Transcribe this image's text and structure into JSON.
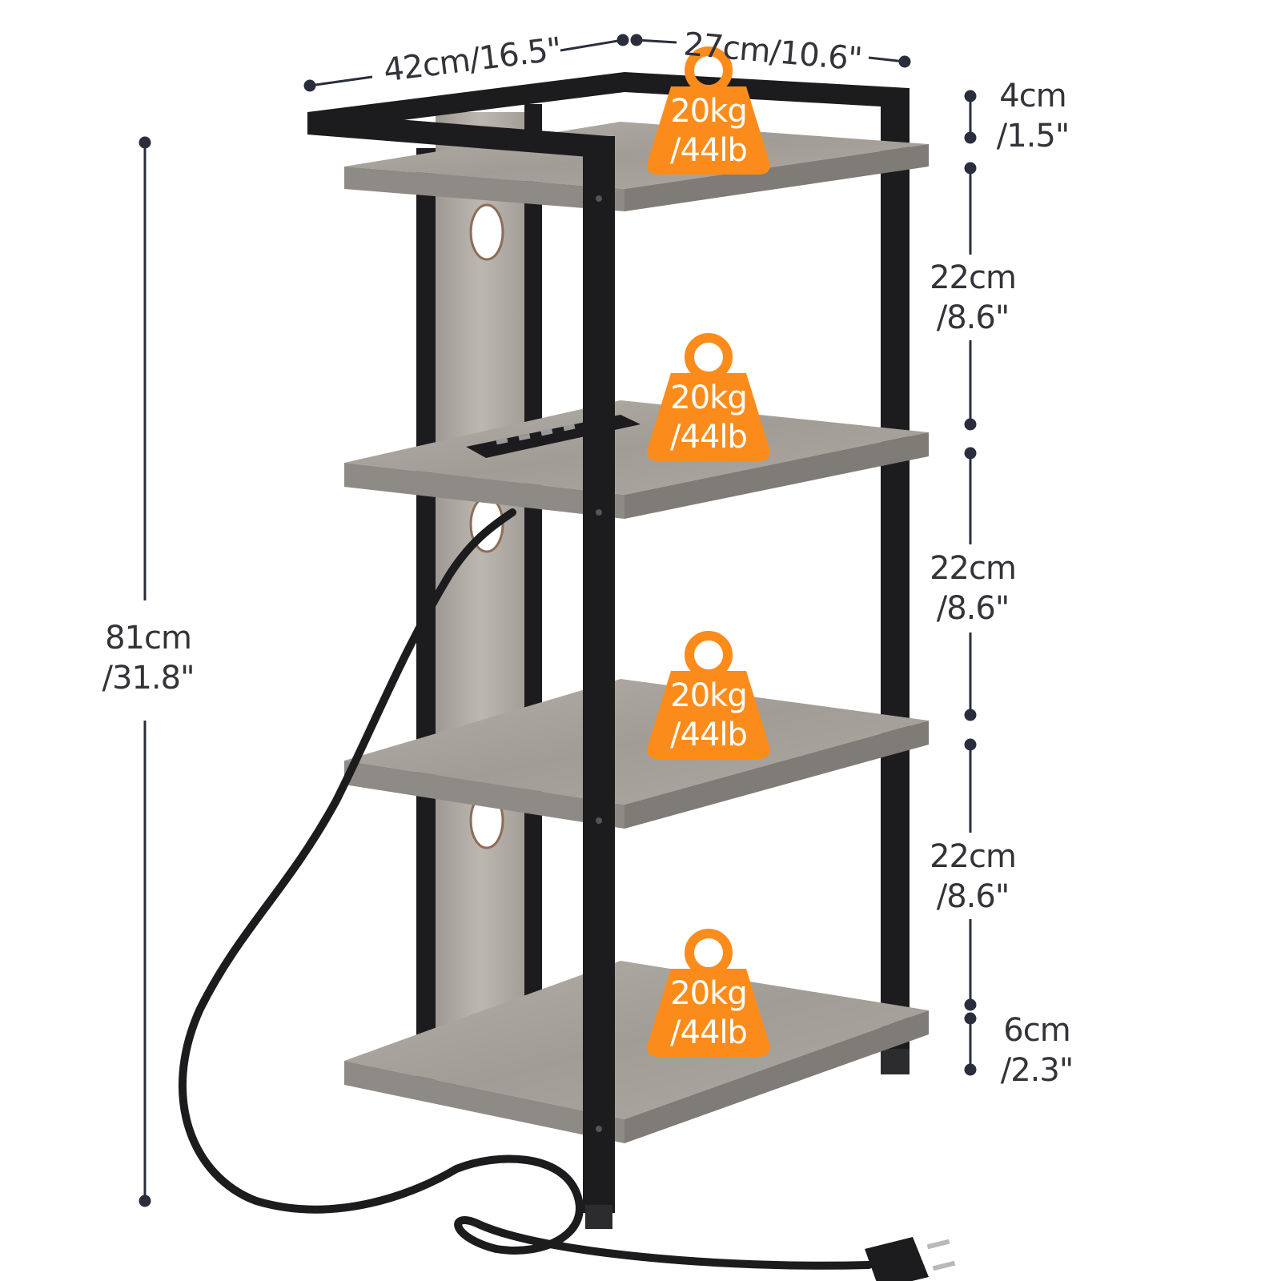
{
  "dimensions": {
    "width": "42cm/16.5\"",
    "depth": "27cm/10.6\"",
    "total_height": {
      "cm": "81cm",
      "in": "/31.8\""
    },
    "top_rail": {
      "cm": "4cm",
      "in": "/1.5\""
    },
    "gap_1": {
      "cm": "22cm",
      "in": "/8.6\""
    },
    "gap_2": {
      "cm": "22cm",
      "in": "/8.6\""
    },
    "gap_3": {
      "cm": "22cm",
      "in": "/8.6\""
    },
    "bottom_clearance": {
      "cm": "6cm",
      "in": "/2.3\""
    }
  },
  "shelf_loads": [
    {
      "kg": "20kg",
      "lb": "/44lb"
    },
    {
      "kg": "20kg",
      "lb": "/44lb"
    },
    {
      "kg": "20kg",
      "lb": "/44lb"
    },
    {
      "kg": "20kg",
      "lb": "/44lb"
    }
  ],
  "colors": {
    "frame": "#1c1c1e",
    "shelf_top": "#a9a6a0",
    "shelf_edge": "#86837e",
    "backboard": "#b4b0a9",
    "weight_badge": "#fb8c1b",
    "dimension_line": "#2a2e3c"
  },
  "icons": [
    "weight-icon",
    "power-strip-icon",
    "plug-icon"
  ]
}
